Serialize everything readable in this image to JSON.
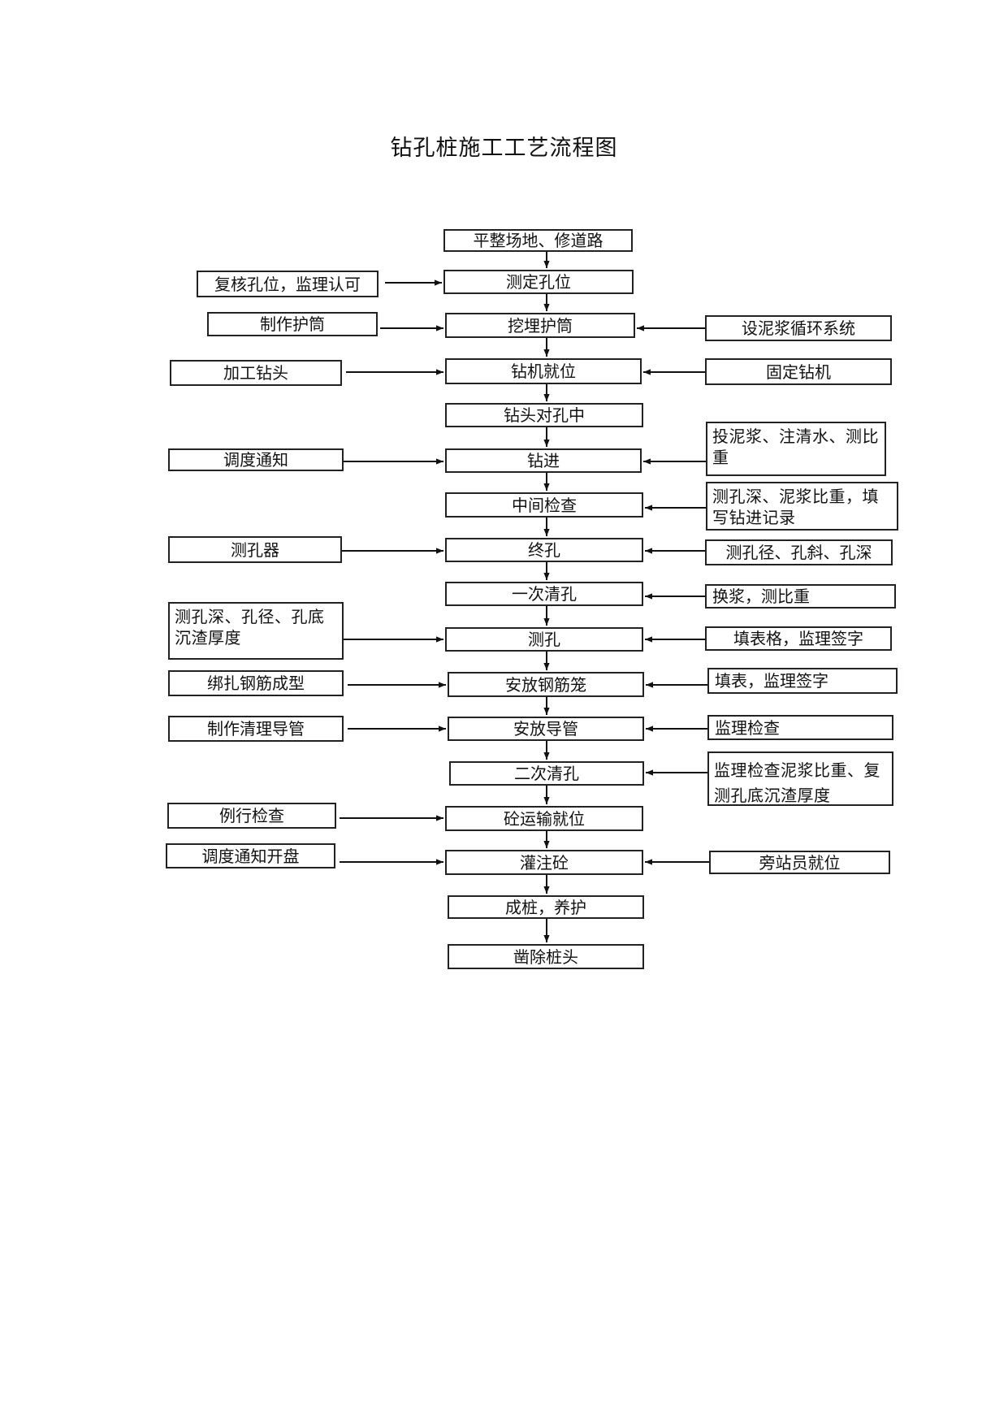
{
  "title": "钻孔桩施工工艺流程图",
  "main_steps": [
    "平整场地、修道路",
    "测定孔位",
    "挖埋护筒",
    "钻机就位",
    "钻头对孔中",
    "钻进",
    "中间检查",
    "终孔",
    "一次清孔",
    "测孔",
    "安放钢筋笼",
    "安放导管",
    "二次清孔",
    "砼运输就位",
    "灌注砼",
    "成桩，养护",
    "凿除桩头"
  ],
  "left_inputs": [
    {
      "label": "复核孔位，监理认可",
      "target": "测定孔位"
    },
    {
      "label": "制作护筒",
      "target": "挖埋护筒"
    },
    {
      "label": "加工钻头",
      "target": "钻机就位"
    },
    {
      "label": "调度通知",
      "target": "钻进"
    },
    {
      "label": "测孔器",
      "target": "终孔"
    },
    {
      "label": "测孔深、孔径、孔底沉渣厚度",
      "target": "测孔"
    },
    {
      "label": "绑扎钢筋成型",
      "target": "安放钢筋笼"
    },
    {
      "label": "制作清理导管",
      "target": "安放导管"
    },
    {
      "label": "例行检查",
      "target": "砼运输就位"
    },
    {
      "label": "调度通知开盘",
      "target": "灌注砼"
    }
  ],
  "right_inputs": [
    {
      "label": "设泥浆循环系统",
      "target": "挖埋护筒"
    },
    {
      "label": "固定钻机",
      "target": "钻机就位"
    },
    {
      "label": "投泥浆、注清水、测比重",
      "target": "钻进"
    },
    {
      "label": "测孔深、泥浆比重，填写钻进记录",
      "target": "中间检查"
    },
    {
      "label": "测孔径、孔斜、孔深",
      "target": "终孔"
    },
    {
      "label": "换浆，测比重",
      "target": "一次清孔"
    },
    {
      "label": "填表格，监理签字",
      "target": "测孔"
    },
    {
      "label": "填表，监理签字",
      "target": "安放钢筋笼"
    },
    {
      "label": "监理检查",
      "target": "安放导管"
    },
    {
      "label": "监理检查泥浆比重、复测孔底沉渣厚度",
      "target": "二次清孔"
    },
    {
      "label": "旁站员就位",
      "target": "灌注砼"
    }
  ]
}
